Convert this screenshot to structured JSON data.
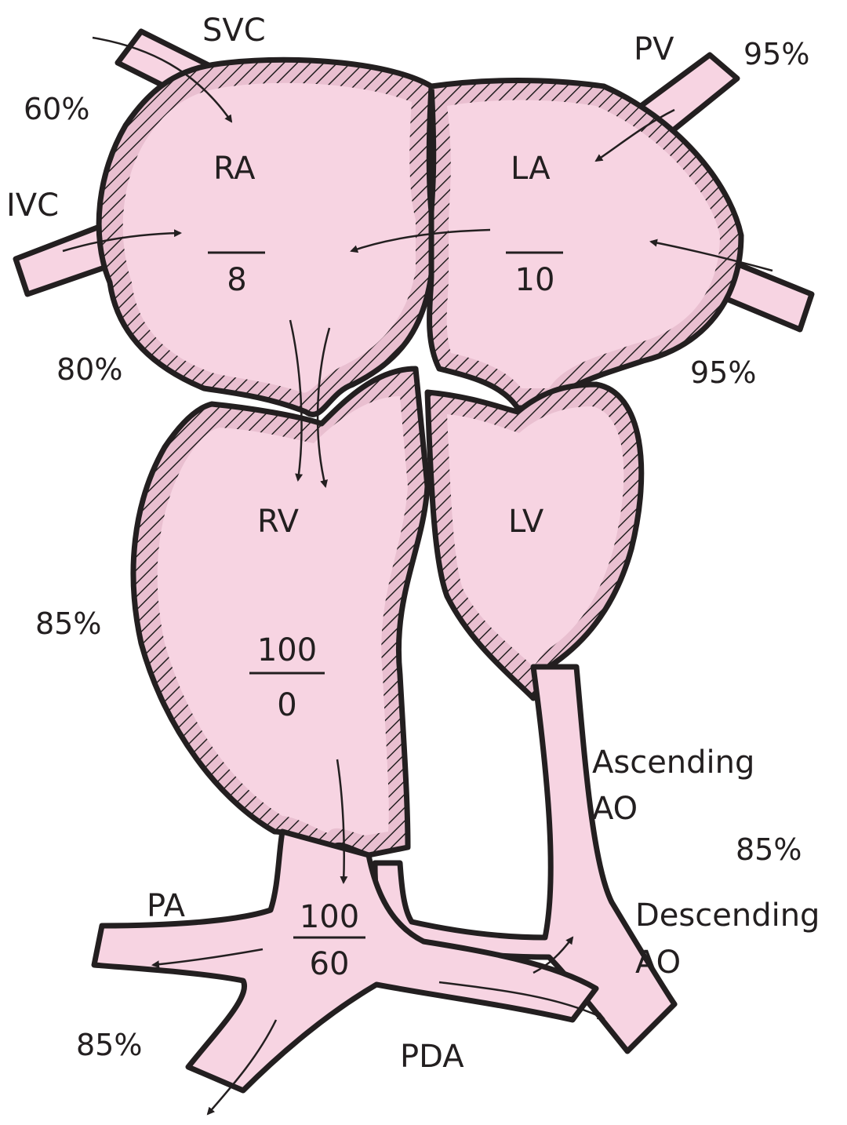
{
  "labels": {
    "svc": "SVC",
    "ivc": "IVC",
    "pv": "PV",
    "ra": "RA",
    "la": "LA",
    "rv": "RV",
    "lv": "LV",
    "pa": "PA",
    "pda": "PDA",
    "ascending_ao_line1": "Ascending",
    "ascending_ao_line2": "AO",
    "descending_ao_line1": "Descending",
    "descending_ao_line2": "AO"
  },
  "saturations": {
    "svc": "60%",
    "pv": "95%",
    "ra": "80%",
    "la": "95%",
    "rv": "85%",
    "aorta": "85%",
    "pa": "85%"
  },
  "pressures": {
    "ra": {
      "systolic": "",
      "diastolic": "8"
    },
    "la": {
      "systolic": "",
      "diastolic": "10"
    },
    "rv": {
      "systolic": "100",
      "diastolic": "0"
    },
    "pa": {
      "systolic": "100",
      "diastolic": "60"
    }
  },
  "colors": {
    "blood": "#f7d4e2",
    "outline": "#231f20"
  }
}
